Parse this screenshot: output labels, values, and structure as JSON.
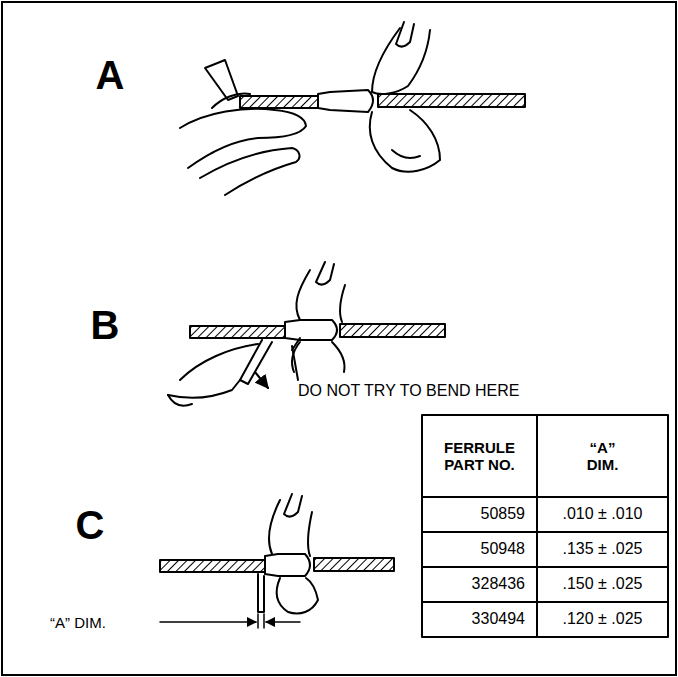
{
  "diagram": {
    "labels": [
      "A",
      "B",
      "DO NOT TRY TO BEND HERE",
      "C",
      "“A” DIM.",
      "FERRULE PART NO.",
      "“A” DIM.",
      "50859",
      ".010 ± .010",
      "50948",
      ".135 ± .025",
      "328436",
      ".150 ± .025",
      "330494",
      ".120 ± .025"
    ]
  }
}
